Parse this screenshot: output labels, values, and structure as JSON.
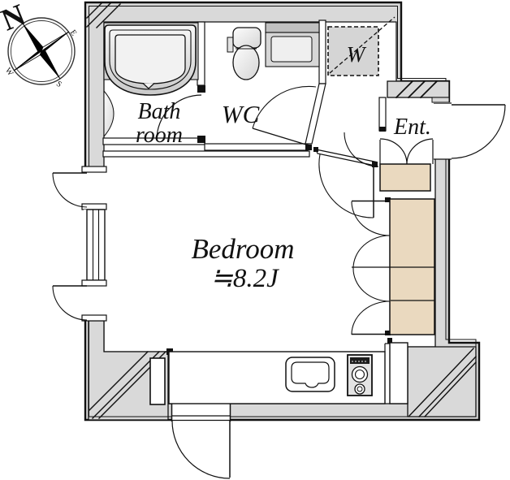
{
  "plan": {
    "rooms": {
      "bathroom": {
        "label_line1": "Bath",
        "label_line2": "room"
      },
      "wc": {
        "label": "WC"
      },
      "closet": {
        "label": "W"
      },
      "entrance": {
        "label": "Ent."
      },
      "bedroom": {
        "label": "Bedroom",
        "size": "≒8.2J"
      }
    },
    "compass": {
      "north": "N",
      "east": "E",
      "south": "S",
      "west": "W"
    },
    "colors": {
      "wall_fill": "#d9d9d9",
      "closet_fill": "#ead9bf",
      "wet_area_fill": "#d2d2d2",
      "storage_fill": "#d5d5d5",
      "outline": "#1a1a1a"
    }
  }
}
